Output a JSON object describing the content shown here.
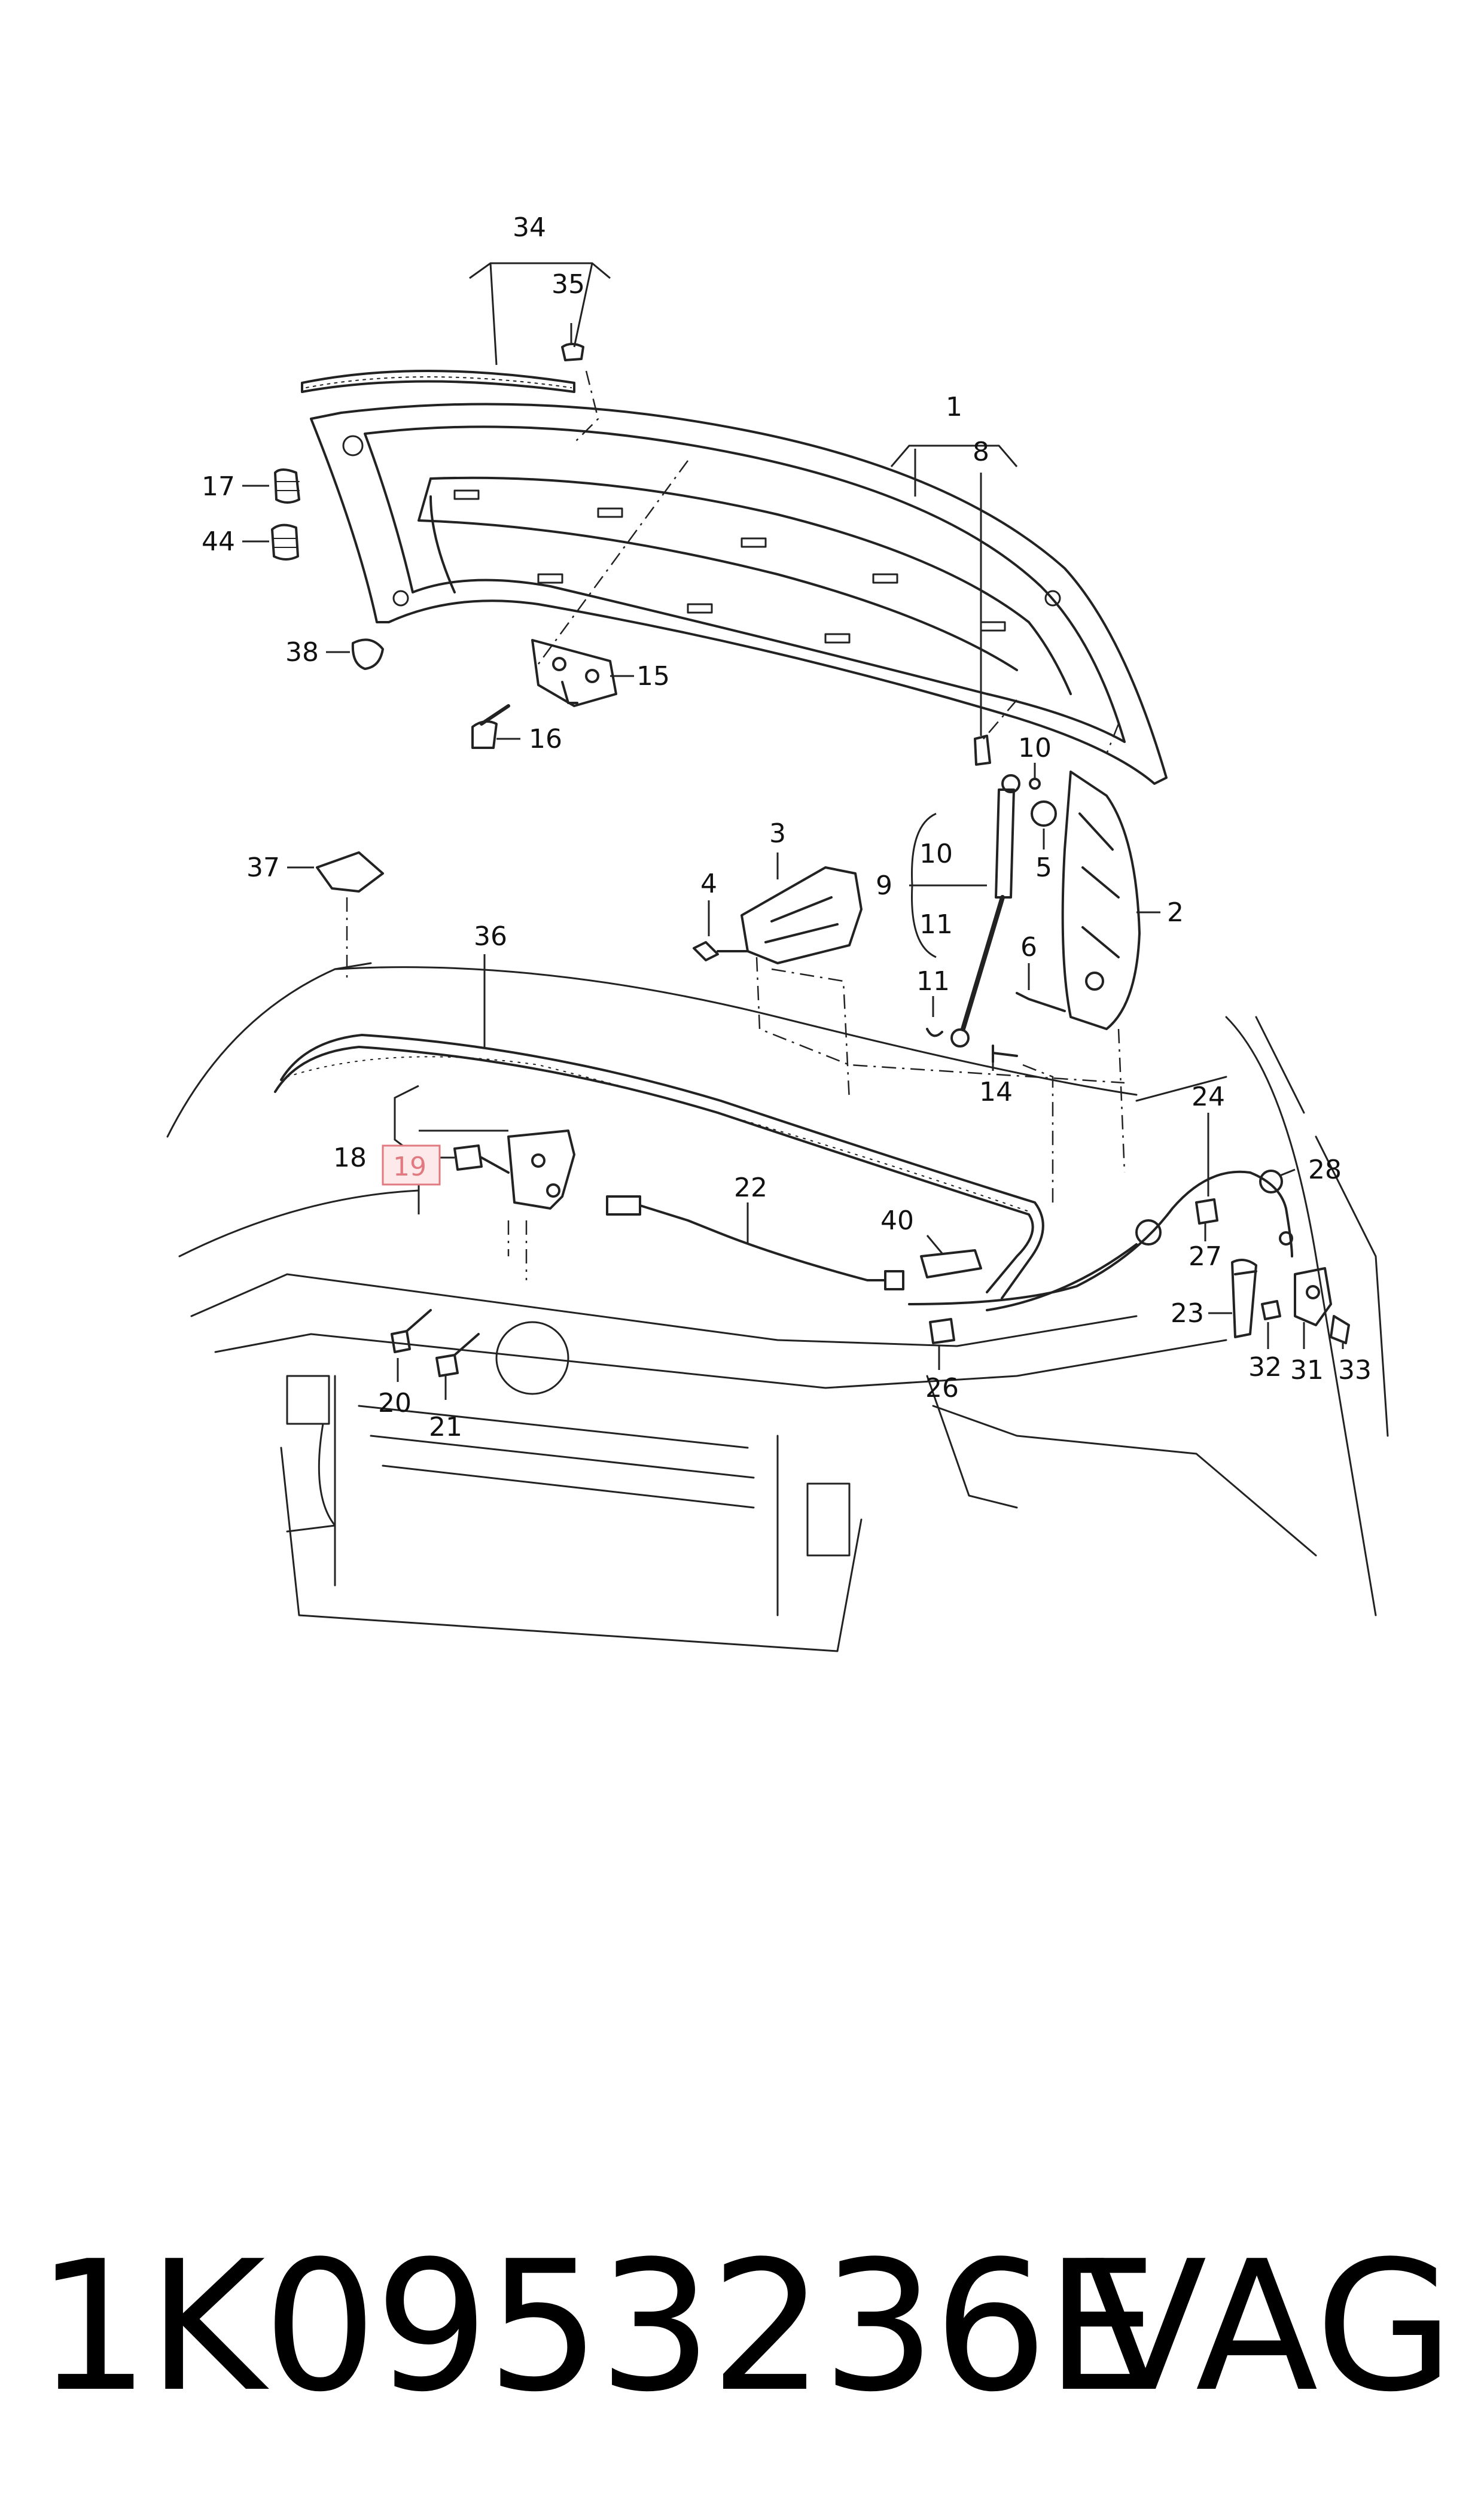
{
  "diagram": {
    "labels": {
      "l1": "1",
      "l2": "2",
      "l3": "3",
      "l4": "4",
      "l5": "5",
      "l6": "6",
      "l8": "8",
      "l9": "9",
      "l10a": "10",
      "l10b": "10",
      "l11a": "11",
      "l11b": "11",
      "l14": "14",
      "l15": "15",
      "l16": "16",
      "l17": "17",
      "l18": "18",
      "l19": "19",
      "l20": "20",
      "l21": "21",
      "l22": "22",
      "l23": "23",
      "l24": "24",
      "l26": "26",
      "l27": "27",
      "l28": "28",
      "l31": "31",
      "l32": "32",
      "l33": "33",
      "l34": "34",
      "l35": "35",
      "l36": "36",
      "l37": "37",
      "l38": "38",
      "l40": "40",
      "l44": "44"
    },
    "highlighted_label": "19",
    "highlight_color": "#e07a80"
  },
  "footer": {
    "part_number": "1K0953236E",
    "brand": "VAG"
  }
}
